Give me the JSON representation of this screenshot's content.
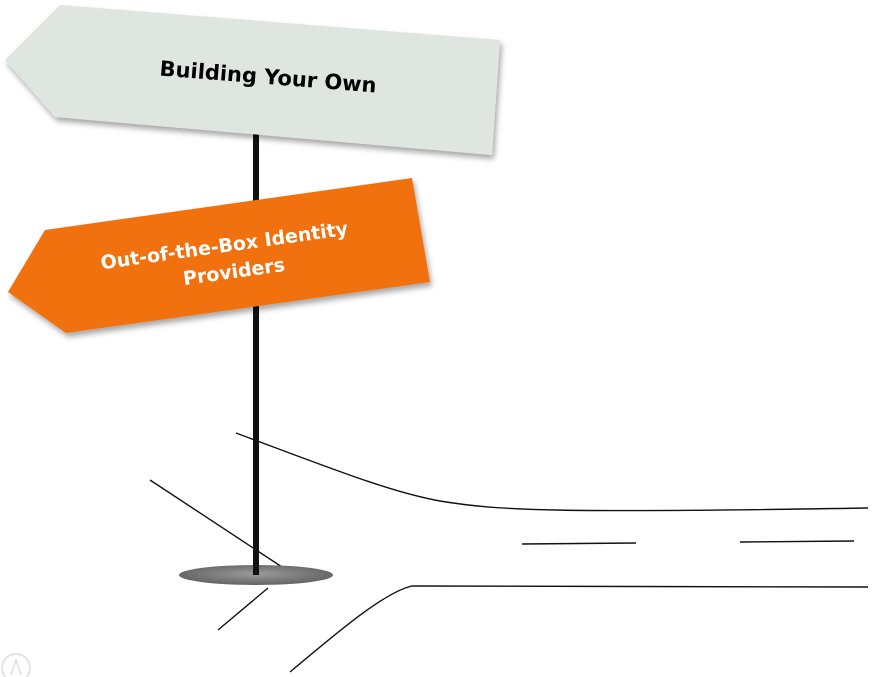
{
  "signs": {
    "top": {
      "label": "Building Your Own",
      "fill": "#dfe5e1",
      "text_color": "#000000"
    },
    "bottom": {
      "label_line1": "Out-of-the-Box Identity",
      "label_line2": "Providers",
      "fill": "#f07110",
      "text_color": "#ffffff"
    }
  },
  "colors": {
    "pole": "#111111",
    "base": "#7a7a7a",
    "road_lines": "#111111",
    "logo": "#e6e6e6"
  },
  "icons": {
    "corner_logo": "circle-logo-icon"
  }
}
